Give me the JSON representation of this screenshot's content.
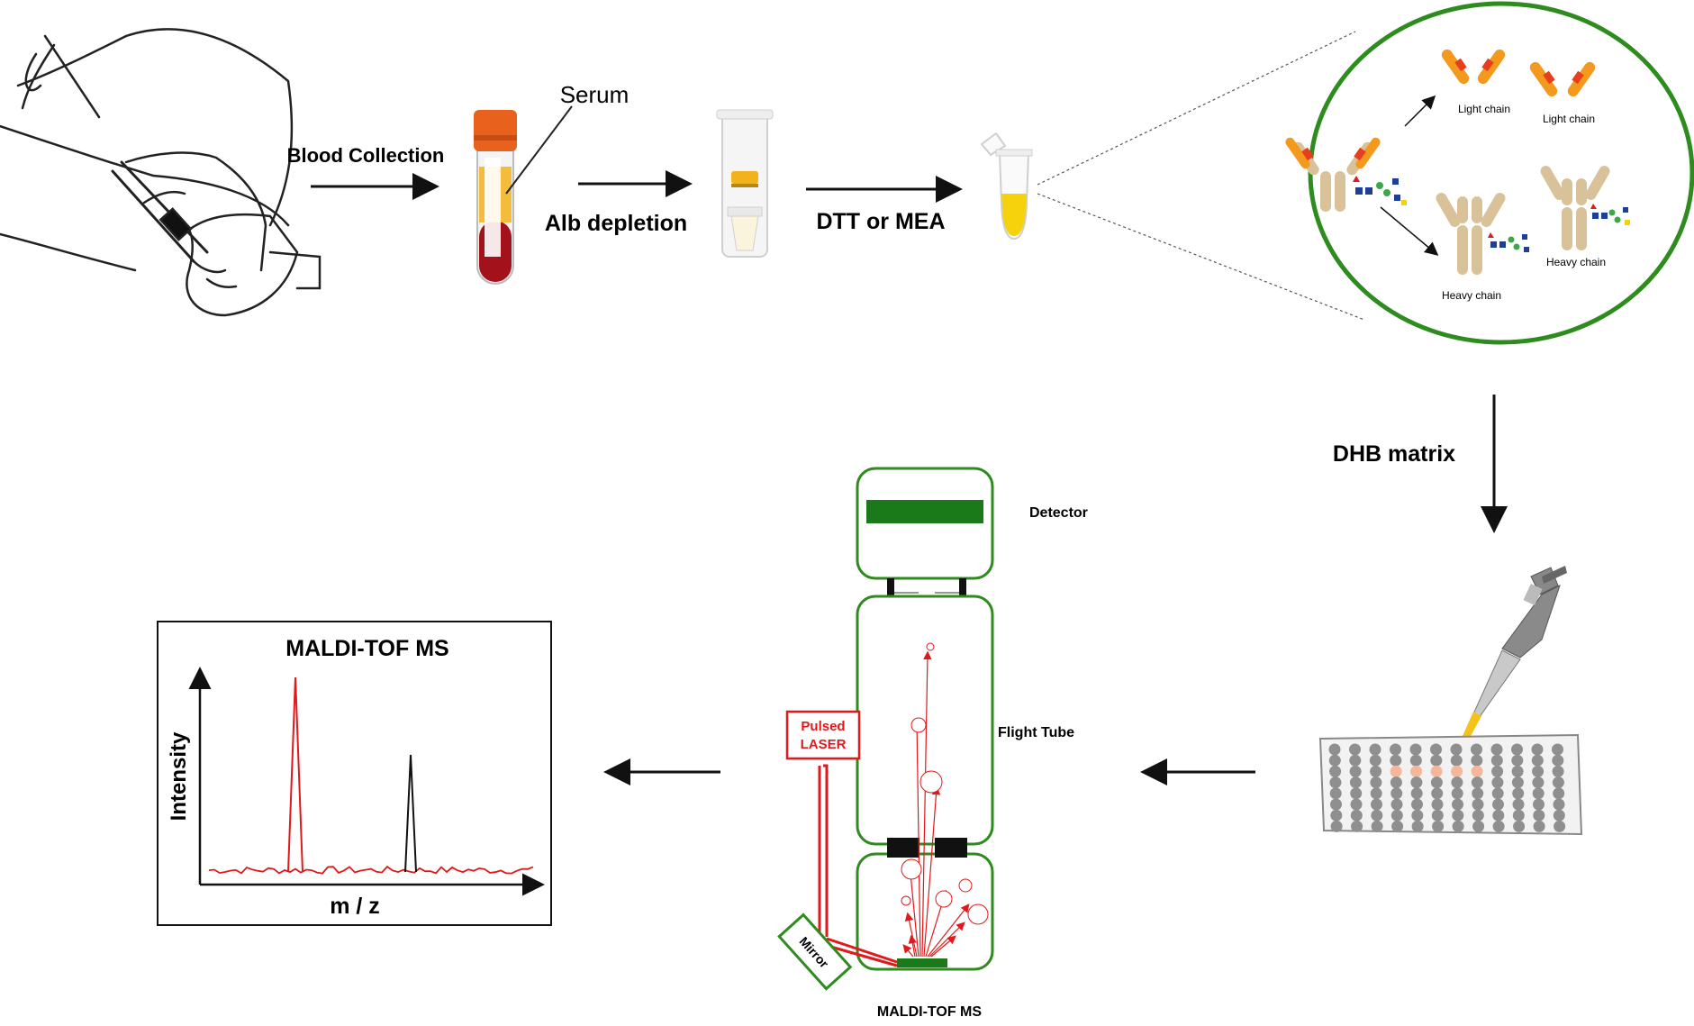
{
  "labels": {
    "blood_collection": "Blood Collection",
    "serum": "Serum",
    "alb_depletion": "Alb depletion",
    "dtt_mea": "DTT or MEA",
    "dhb_matrix": "DHB matrix",
    "light_chain_1": "Light chain",
    "light_chain_2": "Light chain",
    "heavy_chain_1": "Heavy chain",
    "heavy_chain_2": "Heavy chain",
    "detector": "Detector",
    "flight_tube": "Flight Tube",
    "pulsed": "Pulsed",
    "laser": "LASER",
    "mirror": "Mirror",
    "instrument_caption": "MALDI-TOF MS"
  },
  "spectrum": {
    "title": "MALDI-TOF MS",
    "ylabel": "Intensity",
    "xlabel": "m / z",
    "colors": {
      "peak1": "#e0191b",
      "peak2": "#111111",
      "baseline": "#e0191b"
    }
  },
  "colors": {
    "accent_green": "#2e8b1e",
    "laser_red": "#e0191b",
    "detector_green": "#1a7a1a",
    "tube_orange": "#e8621e",
    "serum_yellow": "#f2b21b",
    "blood_red": "#a3121a",
    "chain_orange": "#f39a1e",
    "chain_tan": "#d9c29a"
  }
}
